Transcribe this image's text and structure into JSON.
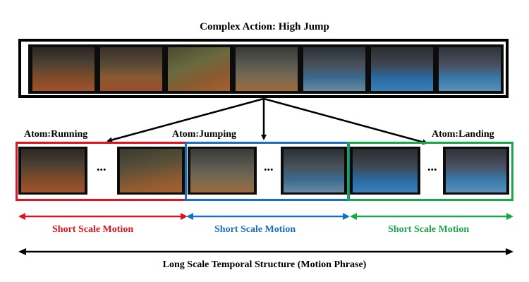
{
  "title": "Complex Action: High Jump",
  "atoms": [
    {
      "label": "Atom:Running",
      "color": "#e0141e"
    },
    {
      "label": "Atom:Jumping",
      "color": "#1a6fc4"
    },
    {
      "label": "Atom:Landing",
      "color": "#1aa64a"
    }
  ],
  "ellipsis": "...",
  "motions": [
    {
      "label": "Short Scale Motion",
      "color": "#e0141e"
    },
    {
      "label": "Short Scale Motion",
      "color": "#1a6fc4"
    },
    {
      "label": "Short Scale Motion",
      "color": "#1aa64a"
    }
  ],
  "long_scale": "Long Scale Temporal Structure (Motion Phrase)"
}
